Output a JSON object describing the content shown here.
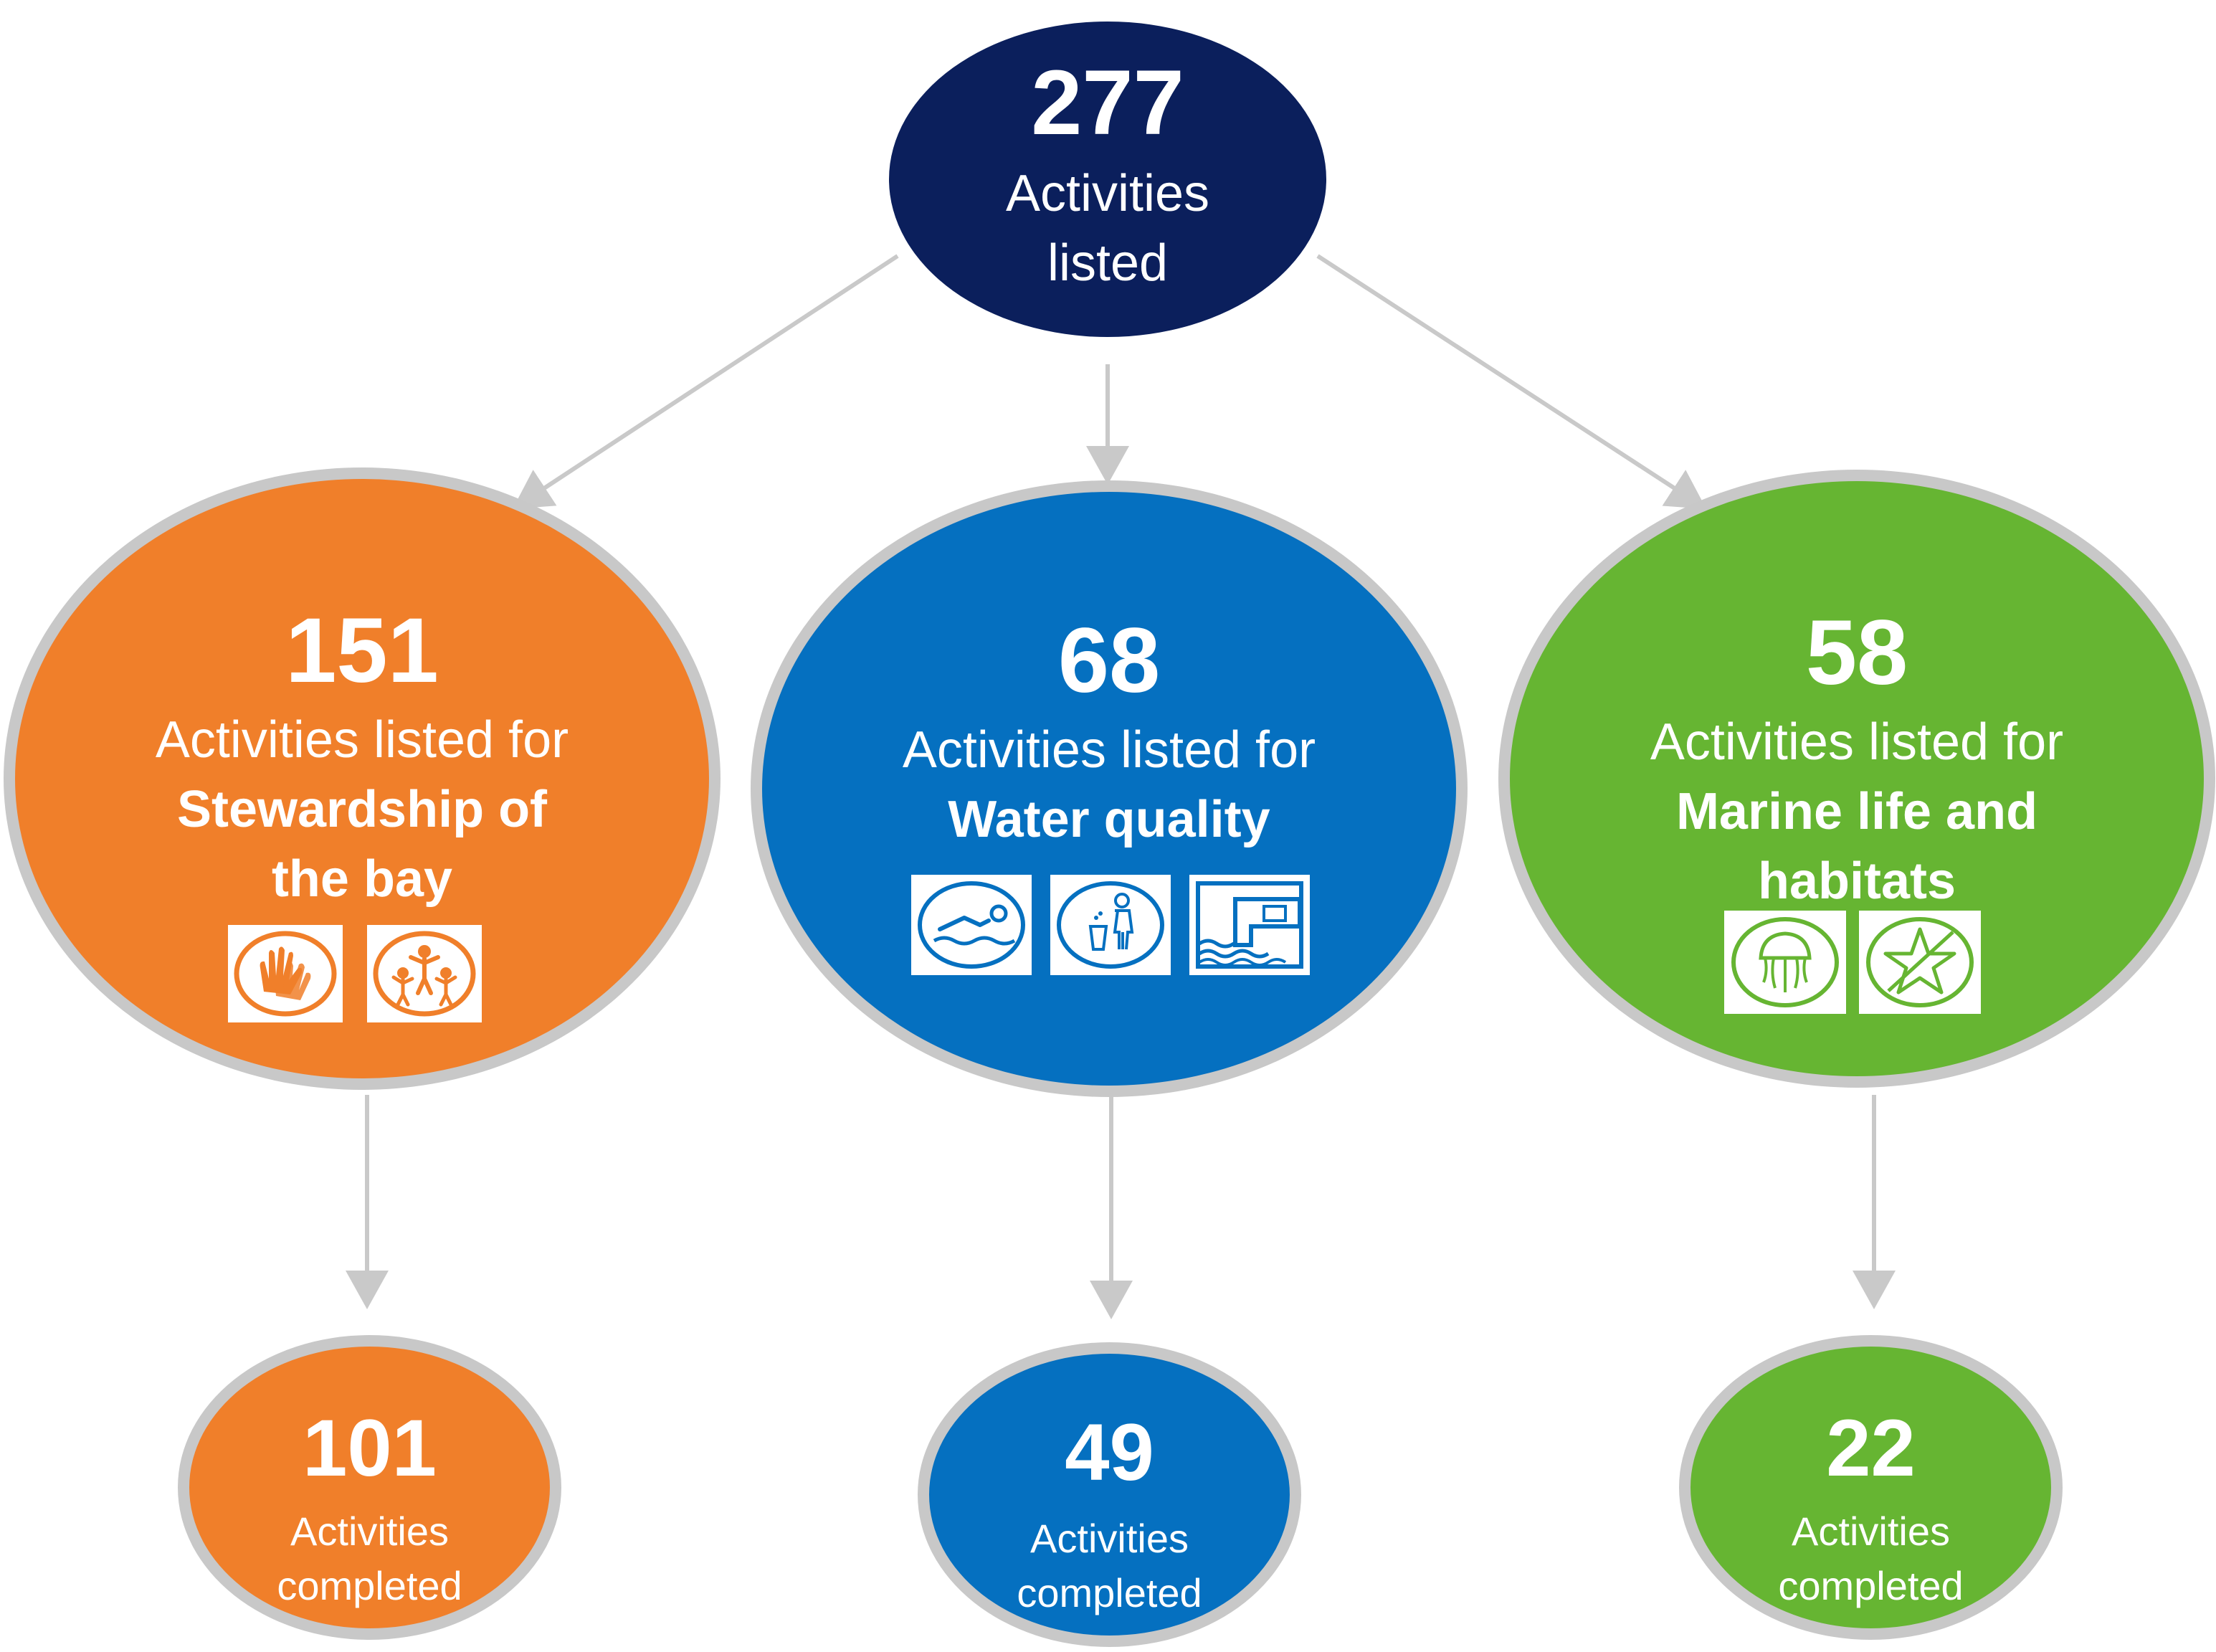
{
  "colors": {
    "navy": "#0B1F5C",
    "orange": "#F07F2A",
    "blue": "#0570C0",
    "green": "#66B532",
    "ring": "#C8C8C8",
    "arrow": "#C9C9C9"
  },
  "root": {
    "number": "277",
    "line1": "Activities",
    "line2": "listed"
  },
  "categories": [
    {
      "number": "151",
      "prefix": "Activities listed for",
      "bold1": "Stewardship of",
      "bold2": "the bay",
      "icons": [
        "helping-hands-icon",
        "community-people-icon"
      ],
      "completed_number": "101",
      "completed_line1": "Activities",
      "completed_line2": "completed"
    },
    {
      "number": "68",
      "prefix": "Activities listed for",
      "bold1": "Water quality",
      "bold2": "",
      "icons": [
        "swimmer-icon",
        "litter-bin-person-icon",
        "stormwater-outfall-icon"
      ],
      "completed_number": "49",
      "completed_line1": "Activities",
      "completed_line2": "completed"
    },
    {
      "number": "58",
      "prefix": "Activities listed for",
      "bold1": "Marine life and",
      "bold2": "habitats",
      "icons": [
        "jellyfish-icon",
        "starfish-icon"
      ],
      "completed_number": "22",
      "completed_line1": "Activities",
      "completed_line2": "completed"
    }
  ]
}
